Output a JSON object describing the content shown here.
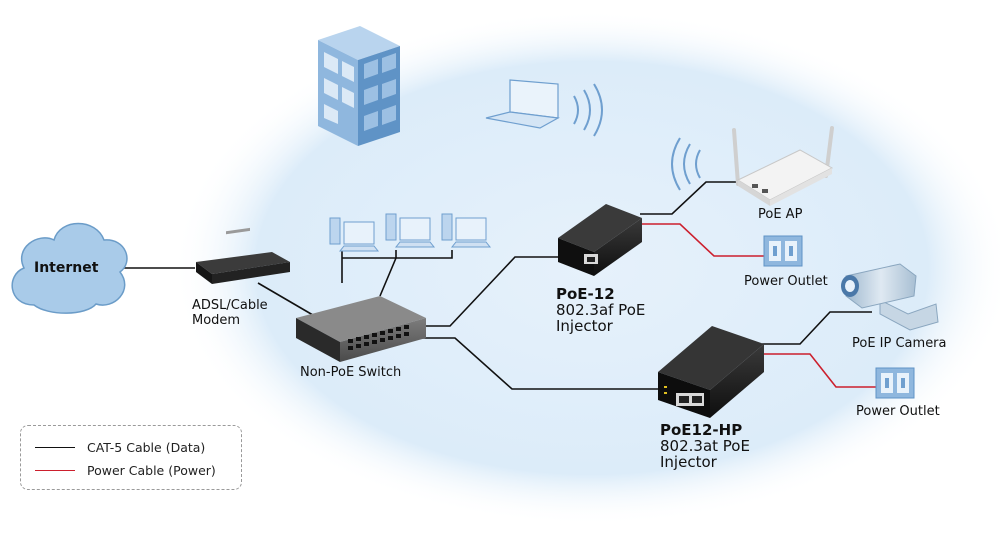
{
  "colors": {
    "data_cable": "#111111",
    "power_cable": "#cc1f2d",
    "zone_fill": "#dcecf9",
    "cloud_fill": "#a9cbe9",
    "building": "#7aa9d6",
    "device_dark": "#222222"
  },
  "nodes": {
    "internet": {
      "label": "Internet",
      "icon": "cloud-icon"
    },
    "modem": {
      "label_line1": "ADSL/Cable",
      "label_line2": "Modem",
      "icon": "modem-icon"
    },
    "switch": {
      "label": "Non-PoE Switch",
      "icon": "switch-icon"
    },
    "poe12": {
      "name": "PoE-12",
      "desc_line1": "802.3af PoE",
      "desc_line2": "Injector",
      "icon": "poe-injector-icon"
    },
    "poe12hp": {
      "name": "PoE12-HP",
      "desc_line1": "802.3at PoE",
      "desc_line2": "Injector",
      "icon": "poe-injector-hp-icon"
    },
    "ap": {
      "label": "PoE AP",
      "icon": "access-point-icon"
    },
    "outlet_top": {
      "label": "Power Outlet",
      "icon": "power-outlet-icon"
    },
    "camera": {
      "label": "PoE IP Camera",
      "icon": "ip-camera-icon"
    },
    "outlet_bottom": {
      "label": "Power Outlet",
      "icon": "power-outlet-icon"
    },
    "building": {
      "icon": "building-icon"
    },
    "laptop": {
      "icon": "laptop-icon"
    },
    "workstations": {
      "icon": "desktop-computer-icon"
    }
  },
  "legend": {
    "data": "CAT-5 Cable (Data)",
    "power": "Power Cable (Power)"
  }
}
